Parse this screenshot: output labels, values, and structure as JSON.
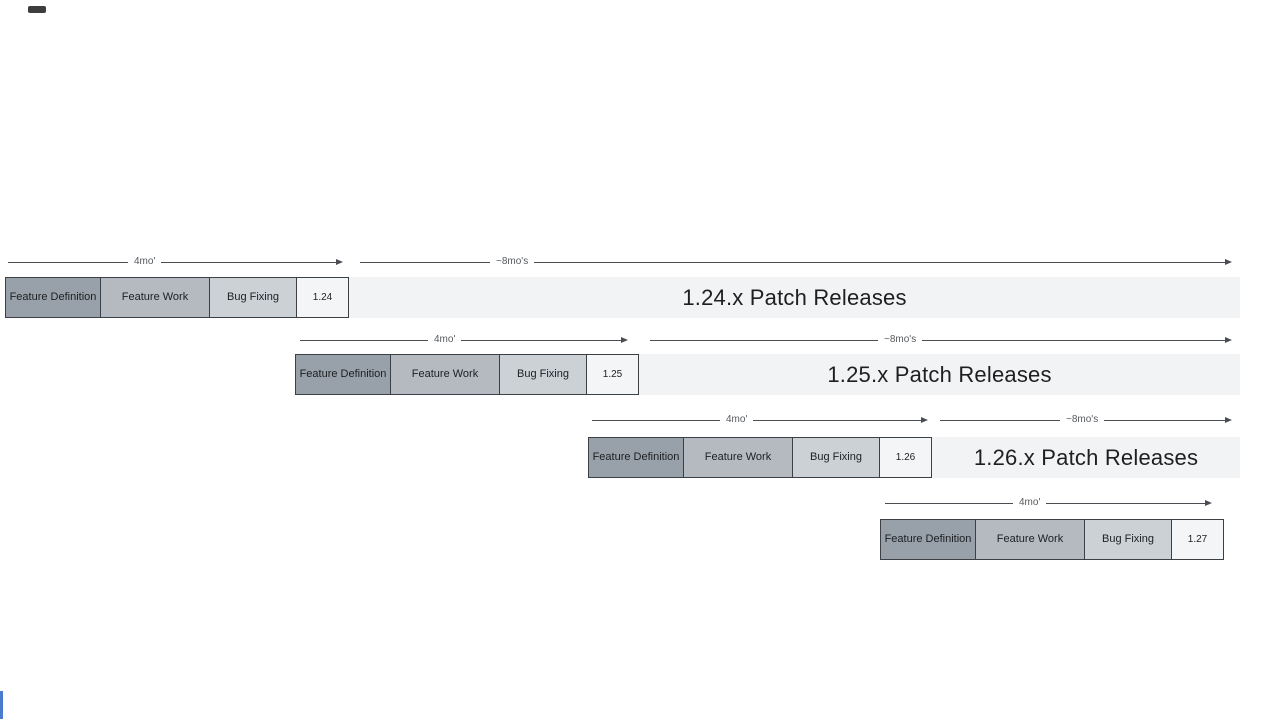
{
  "phases": {
    "definition": "Feature Definition",
    "work": "Feature Work",
    "fixing": "Bug Fixing"
  },
  "rows": [
    {
      "version": "1.24",
      "cycle_label": "4mo'",
      "patch_duration_label": "~8mo's",
      "patch_label": "1.24.x Patch Releases"
    },
    {
      "version": "1.25",
      "cycle_label": "4mo'",
      "patch_duration_label": "~8mo's",
      "patch_label": "1.25.x Patch Releases"
    },
    {
      "version": "1.26",
      "cycle_label": "4mo'",
      "patch_duration_label": "~8mo's",
      "patch_label": "1.26.x Patch Releases"
    },
    {
      "version": "1.27",
      "cycle_label": "4mo'"
    }
  ],
  "colors": {
    "phase_definition": "#98a1a9",
    "phase_work": "#b4bac0",
    "phase_fixing": "#ccd1d6",
    "version_box": "#f4f5f6",
    "patch_bar": "#f1f3f5",
    "arrow": "#4a4e52",
    "text": "#1c1f22"
  }
}
